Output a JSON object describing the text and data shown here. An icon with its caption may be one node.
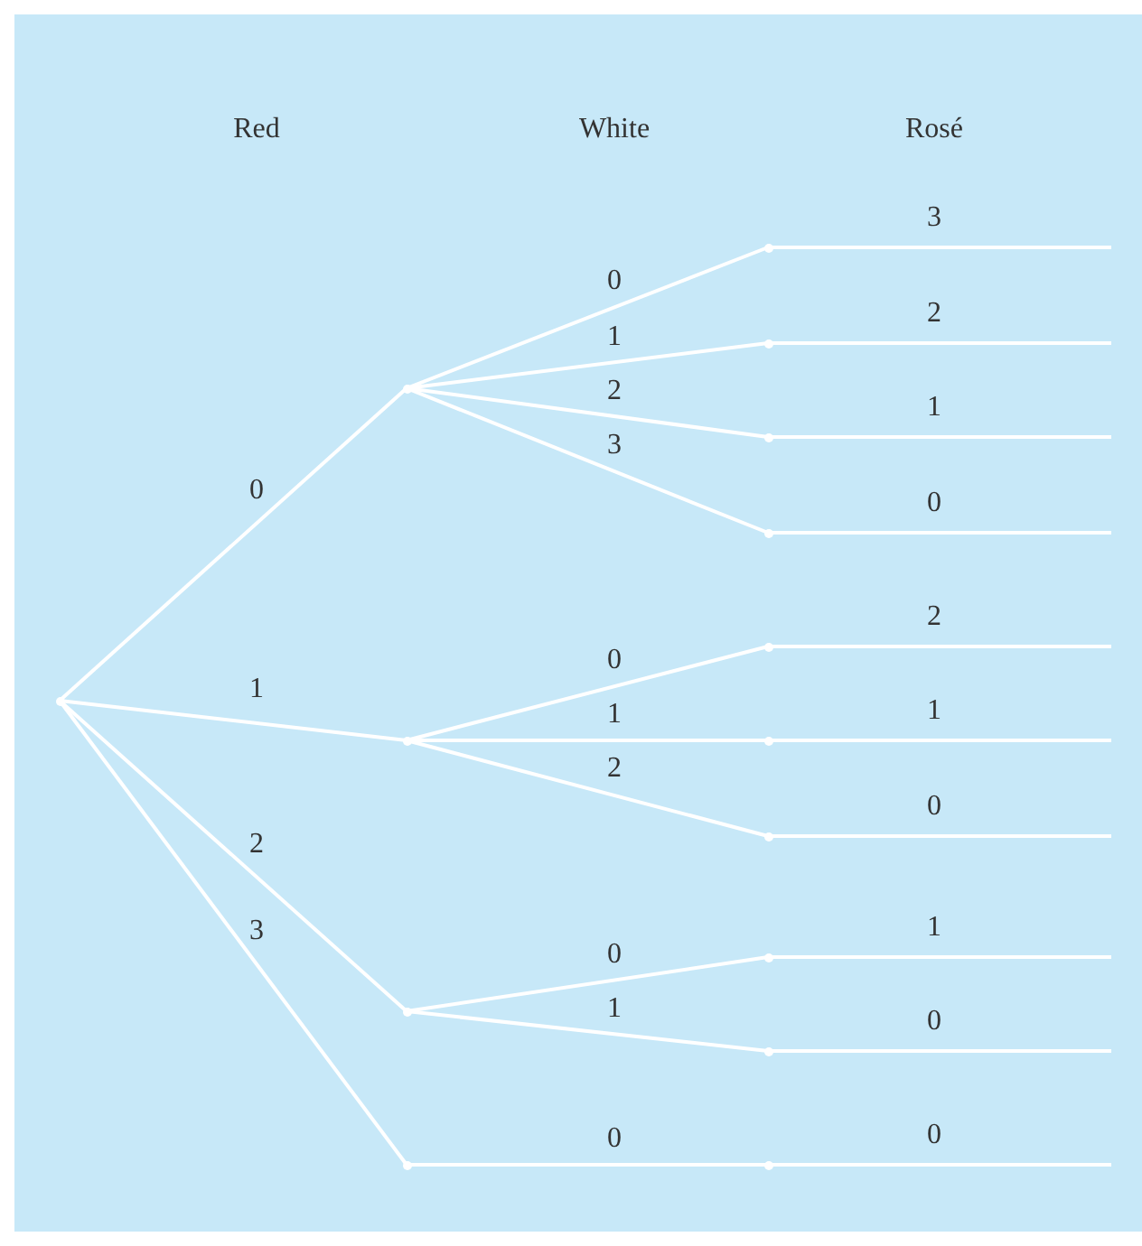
{
  "diagram": {
    "nodes": [
      {
        "text": [],
        "shape": "point"
      },
      {
        "text": [],
        "shape": "point"
      },
      {
        "text": [],
        "shape": "point"
      },
      {
        "text": [],
        "shape": "point"
      },
      {
        "text": [],
        "shape": "point"
      },
      {
        "text": [],
        "shape": "point"
      },
      {
        "text": [],
        "shape": "point"
      },
      {
        "text": [],
        "shape": "point"
      },
      {
        "text": [],
        "shape": "point"
      },
      {
        "text": [],
        "shape": "point"
      },
      {
        "text": [],
        "shape": "point"
      },
      {
        "text": [],
        "shape": "point"
      },
      {
        "text": [],
        "shape": "point"
      },
      {
        "text": [],
        "shape": "point"
      },
      {
        "text": [],
        "shape": "point"
      }
    ],
    "edges": [
      {
        "from": 0,
        "to": 1,
        "arrow": "none",
        "label": "0"
      },
      {
        "from": 0,
        "to": 2,
        "arrow": "none",
        "label": "1"
      },
      {
        "from": 0,
        "to": 3,
        "arrow": "none",
        "label": "2"
      },
      {
        "from": 0,
        "to": 4,
        "arrow": "none",
        "label": "3"
      },
      {
        "from": 1,
        "to": 5,
        "arrow": "none",
        "label": "0"
      },
      {
        "from": 1,
        "to": 6,
        "arrow": "none",
        "label": "1"
      },
      {
        "from": 1,
        "to": 7,
        "arrow": "none",
        "label": "2"
      },
      {
        "from": 1,
        "to": 8,
        "arrow": "none",
        "label": "3"
      },
      {
        "from": 2,
        "to": 9,
        "arrow": "none",
        "label": "0"
      },
      {
        "from": 2,
        "to": 10,
        "arrow": "none",
        "label": "1"
      },
      {
        "from": 2,
        "to": 11,
        "arrow": "none",
        "label": "2"
      },
      {
        "from": 3,
        "to": 12,
        "arrow": "none",
        "label": "0"
      },
      {
        "from": 3,
        "to": 13,
        "arrow": "none",
        "label": "1"
      },
      {
        "from": 4,
        "to": 14,
        "arrow": "none",
        "label": "0"
      },
      {
        "from": 5,
        "to": null,
        "arrow": "none",
        "label": "3"
      },
      {
        "from": 6,
        "to": null,
        "arrow": "none",
        "label": "2"
      },
      {
        "from": 7,
        "to": null,
        "arrow": "none",
        "label": "1"
      },
      {
        "from": 8,
        "to": null,
        "arrow": "none",
        "label": "0"
      },
      {
        "from": 9,
        "to": null,
        "arrow": "none",
        "label": "2"
      },
      {
        "from": 10,
        "to": null,
        "arrow": "none",
        "label": "1"
      },
      {
        "from": 11,
        "to": null,
        "arrow": "none",
        "label": "0"
      },
      {
        "from": 12,
        "to": null,
        "arrow": "none",
        "label": "1"
      },
      {
        "from": 13,
        "to": null,
        "arrow": "none",
        "label": "0"
      },
      {
        "from": 14,
        "to": null,
        "arrow": "none",
        "label": "0"
      }
    ],
    "labels": [
      "Red",
      "White",
      "Rosé"
    ]
  }
}
